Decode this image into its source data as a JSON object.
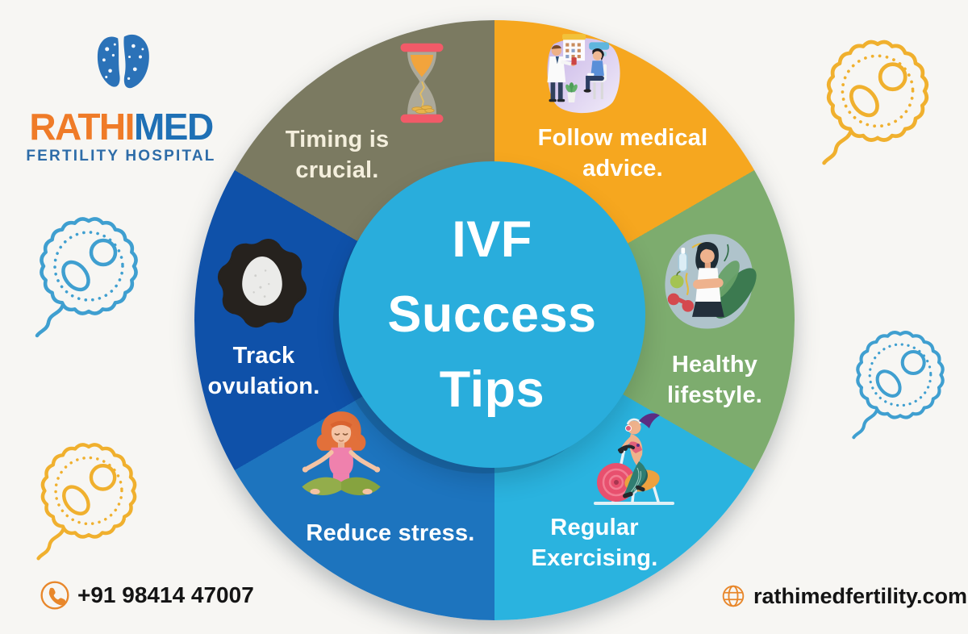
{
  "logo": {
    "name_part1": "RATHI",
    "name_part2": "MED",
    "tagline": "FERTILITY HOSPITAL",
    "part1_color": "#ef7b28",
    "part2_color": "#1f70b5",
    "emblem_color": "#2b72b8"
  },
  "center": {
    "lines": [
      "IVF",
      "Success",
      "Tips"
    ],
    "bg": "#29addc",
    "text_color": "#ffffff"
  },
  "segments": [
    {
      "id": "timing",
      "label_lines": [
        "Timing is",
        "crucial."
      ],
      "color": "#7b7a61",
      "icon": "hourglass-coins"
    },
    {
      "id": "medical",
      "label_lines": [
        "Follow medical",
        "advice."
      ],
      "color": "#f6a71f",
      "icon": "doctor-consultation"
    },
    {
      "id": "lifestyle",
      "label_lines": [
        "Healthy",
        "lifestyle."
      ],
      "color": "#7dac6e",
      "icon": "healthy-woman"
    },
    {
      "id": "exercise",
      "label_lines": [
        "Regular",
        "Exercising."
      ],
      "color": "#2ab3df",
      "icon": "exercise-bike"
    },
    {
      "id": "stress",
      "label_lines": [
        "Reduce stress."
      ],
      "color": "#1d74be",
      "icon": "meditating-woman"
    },
    {
      "id": "ovulation",
      "label_lines": [
        "Track",
        "ovulation."
      ],
      "color": "#0f51a9",
      "icon": "ovum-egg"
    }
  ],
  "contact": {
    "phone": "+91 98414 47007",
    "website": "rathimedfertility.com",
    "icon_color": "#e8872b"
  },
  "decor": {
    "cell_yellow": "#f0b02e",
    "cell_blue": "#3f9fd0"
  }
}
